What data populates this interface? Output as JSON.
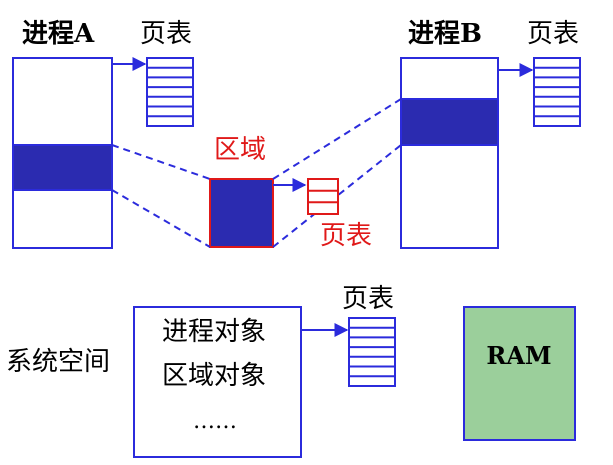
{
  "labels": {
    "process_a": "进程A",
    "process_b": "进程B",
    "page_table_a": "页表",
    "page_table_b": "页表",
    "region": "区域",
    "page_table_region": "页表",
    "page_table_system": "页表",
    "system_space": "系统空间",
    "process_object": "进程对象",
    "region_object": "区域对象",
    "ellipsis": "……",
    "ram": "RAM"
  },
  "colors": {
    "outline_blue": "#2b2bdc",
    "fill_blue": "#2b2bb0",
    "region_red": "#e01919",
    "ram_green": "#9bcf9b",
    "ram_border": "#2b2bdc"
  }
}
